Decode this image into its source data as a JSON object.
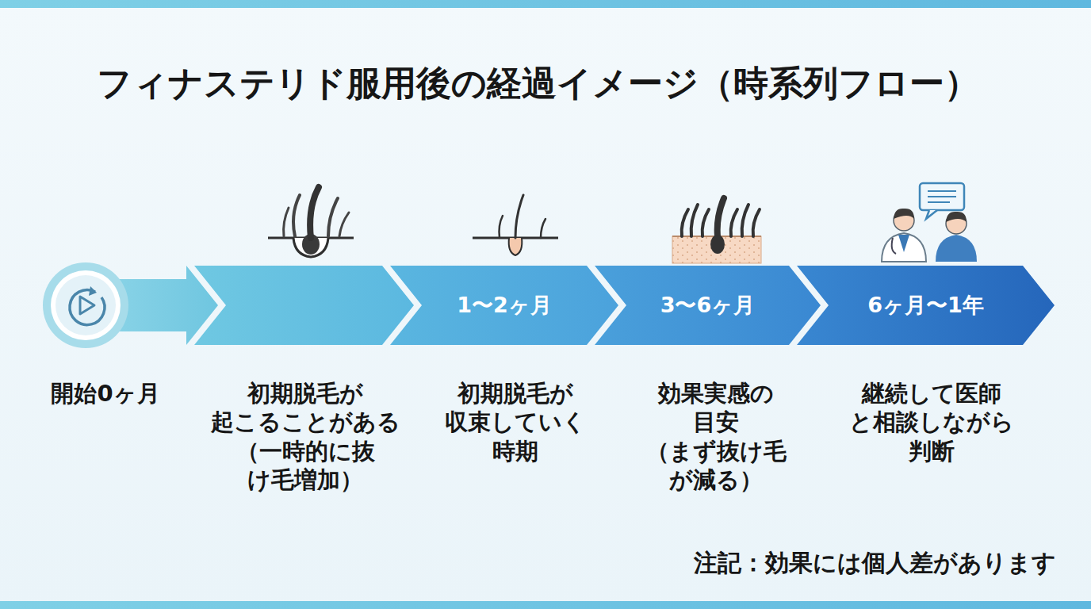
{
  "diagram": {
    "title": "フィナステリド服用後の経過イメージ（時系列フロー）",
    "nodes": [
      {
        "text": [
          "開始0ヶ月"
        ]
      },
      {
        "text": [
          "初期脱毛が 起こることがある （一時的に抜 け毛増加）"
        ]
      },
      {
        "text": [
          "1〜2ヶ月",
          "初期脱毛が 収束していく 時期"
        ]
      },
      {
        "text": [
          "3〜6ヶ月",
          "効果実感の 目安 （まず抜け毛 が減る）"
        ]
      },
      {
        "text": [
          "6ヶ月〜1年",
          "継続して医師 と相談しながら 判断"
        ]
      }
    ],
    "labels": [
      "注記：効果には個人差があります"
    ]
  }
}
